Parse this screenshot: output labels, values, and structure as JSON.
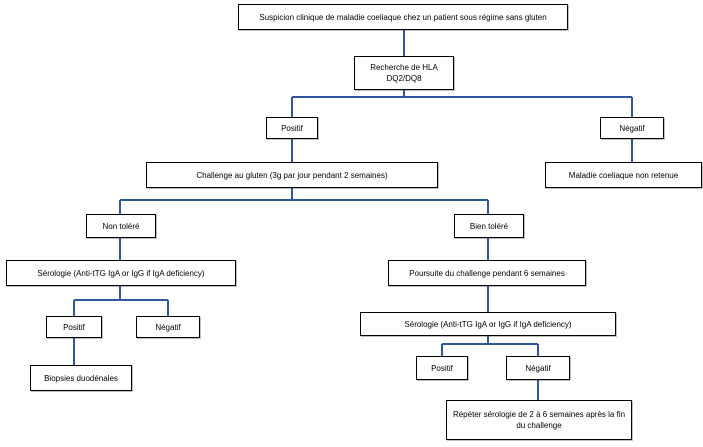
{
  "nodes": {
    "root": "Suspicion clinique de maladie coeliaque chez un patient sous régime sans gluten",
    "hla": "Recherche de HLA DQ2/DQ8",
    "positif_hla": "Positif",
    "negatif_hla": "Négatif",
    "challenge": "Challenge au gluten (3g par jour pendant 2 semaines)",
    "non_retenue": "Maladie coeliaque non retenue",
    "non_tolere": "Non toléré",
    "bien_tolere": "Bien toléré",
    "serologie_left": "Sérologie (Anti-tTG IgA or IgG if IgA deficiency)",
    "poursuite": "Poursuite du challenge pendant 6 semaines",
    "serologie_right": "Sérologie (Anti-tTG IgA or IgG if IgA deficiency)",
    "positif_left": "Positif",
    "negatif_left": "Négatif",
    "biopsies": "Biopsies duodénales",
    "positif_right": "Positif",
    "negatif_right": "Négatif",
    "repeter": "Répéter sérologie de 2 à 6 semaines après la fin du challenge"
  }
}
